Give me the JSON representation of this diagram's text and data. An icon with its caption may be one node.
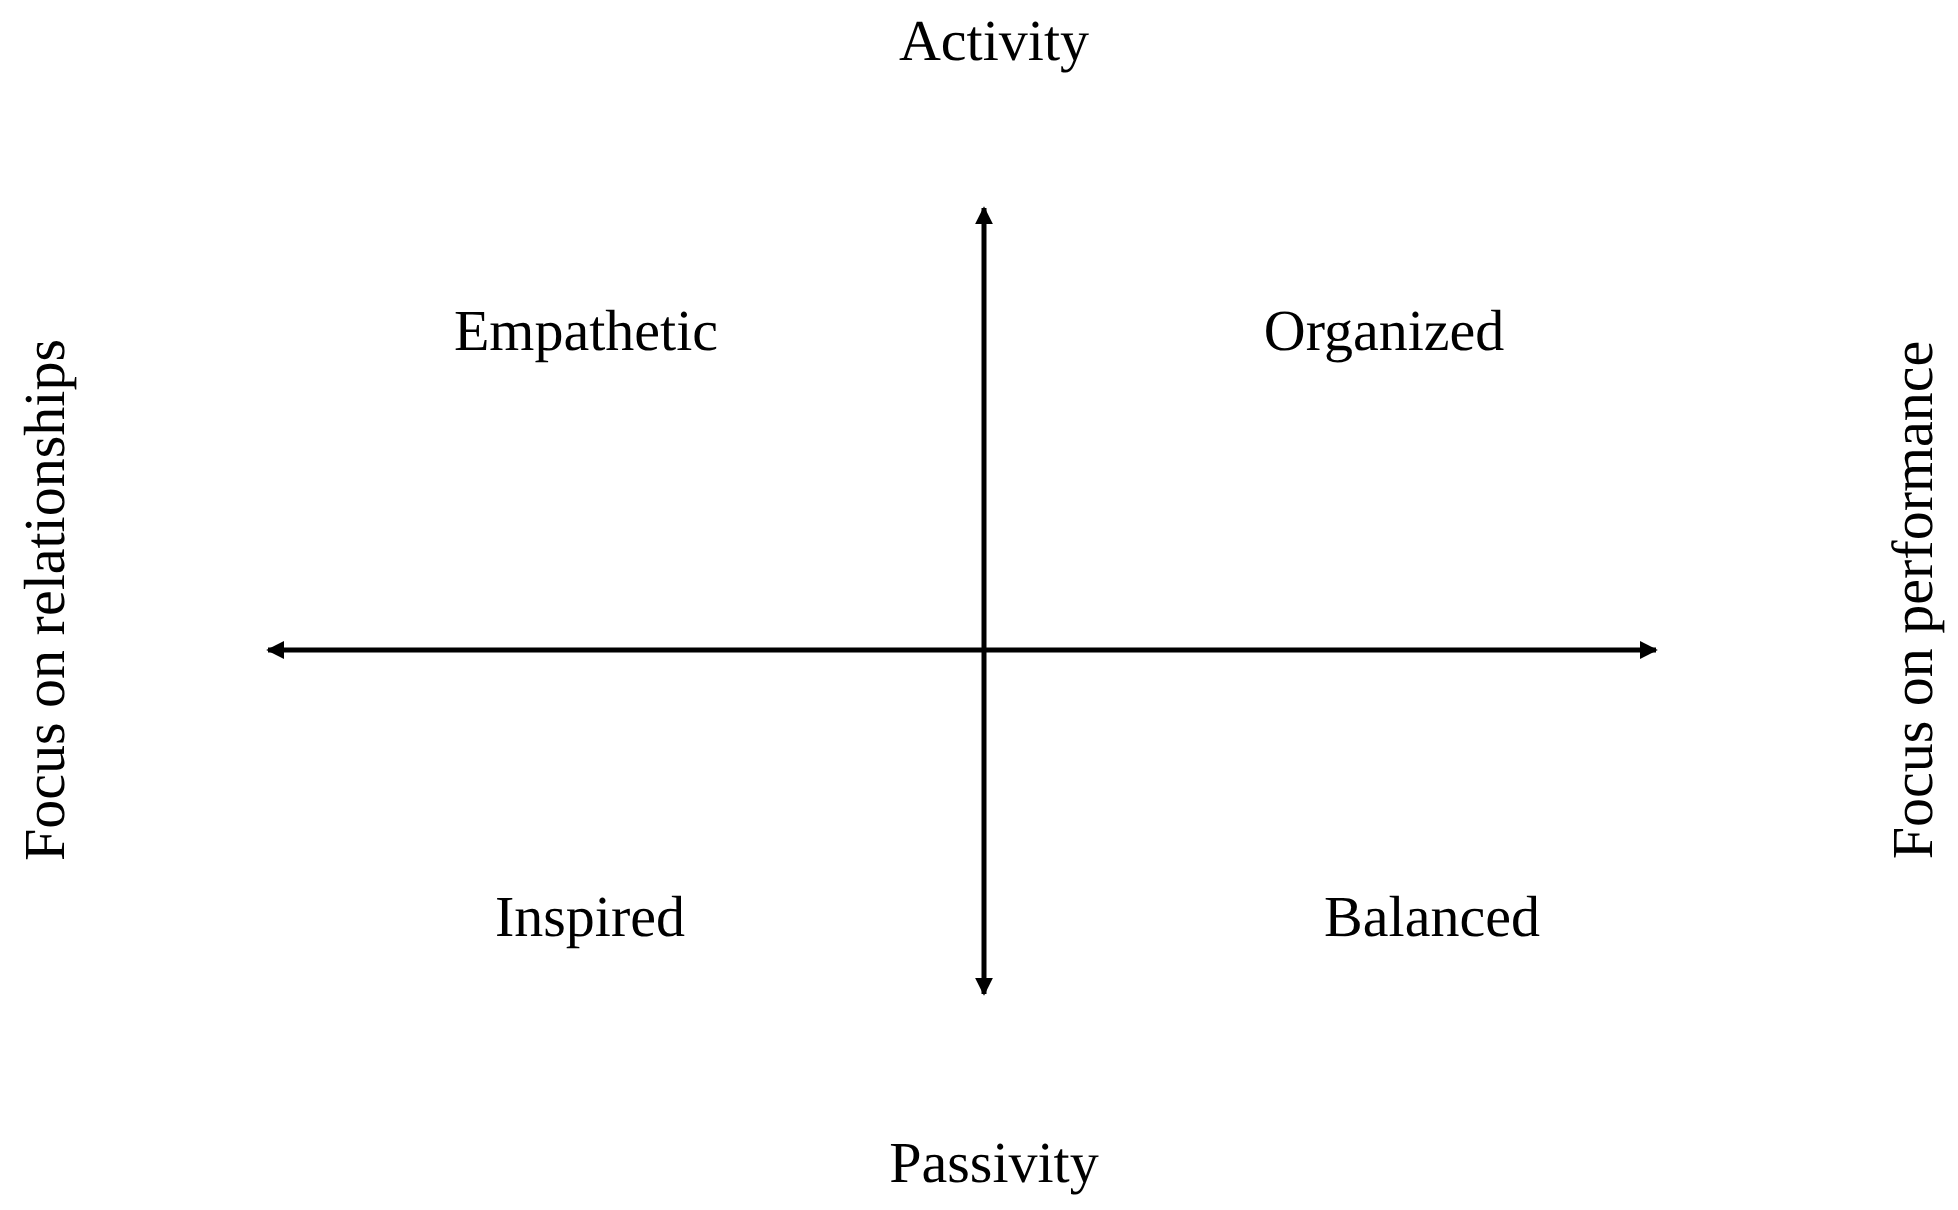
{
  "diagram": {
    "labels": [
      "Activity",
      "Focus on relationships",
      "Empathetic",
      "Organized",
      "Focus on performance",
      "Inspired",
      "Balanced",
      "Passivity"
    ]
  }
}
